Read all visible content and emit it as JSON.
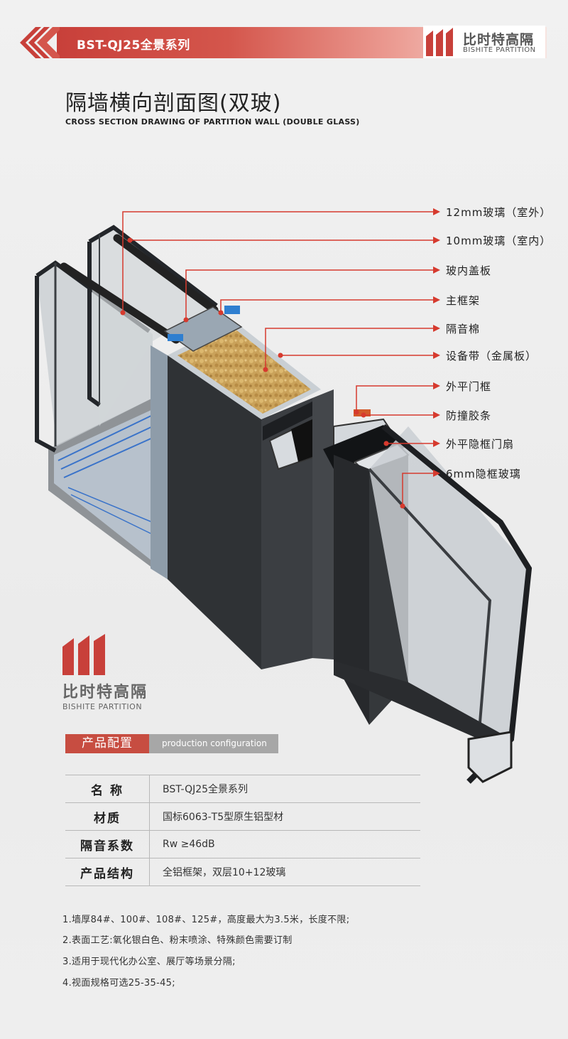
{
  "header": {
    "series_title": "BST-QJ25全景系列",
    "brand_cn": "比时特高隔",
    "brand_en": "BISHITE PARTITION"
  },
  "title": {
    "cn": "隔墙横向剖面图(双玻)",
    "en": "CROSS SECTION DRAWING OF PARTITION WALL (DOUBLE GLASS)"
  },
  "callouts": [
    "12mm玻璃（室外）",
    "10mm玻璃（室内）",
    "玻内盖板",
    "主框架",
    "隔音棉",
    "设备带（金属板）",
    "外平门框",
    "防撞胶条",
    "外平隐框门扇",
    "6mm隐框玻璃"
  ],
  "brand_mid": {
    "cn": "比时特高隔",
    "en": "BISHITE PARTITION"
  },
  "config": {
    "title_cn": "产品配置",
    "title_en": "production configuration",
    "rows": [
      {
        "key": "名 称",
        "value": "BST-QJ25全景系列"
      },
      {
        "key": "材质",
        "value": "国标6063-T5型原生铝型材"
      },
      {
        "key": "隔音系数",
        "value": "Rw ≥46dB"
      },
      {
        "key": "产品结构",
        "value": "全铝框架，双层10+12玻璃"
      }
    ]
  },
  "notes": [
    "1.墙厚84#、100#、108#、125#，高度最大为3.5米，长度不限;",
    "2.表面工艺:氧化银白色、粉末喷涂、特殊颜色需要订制",
    "3.适用于现代化办公室、展厅等场景分隔;",
    "4.视面规格可选25-35-45;"
  ],
  "colors": {
    "accent": "#c74d41",
    "callout_line": "#d63a2e",
    "frame": "#2f3235",
    "glass": "#cfd3d6"
  }
}
